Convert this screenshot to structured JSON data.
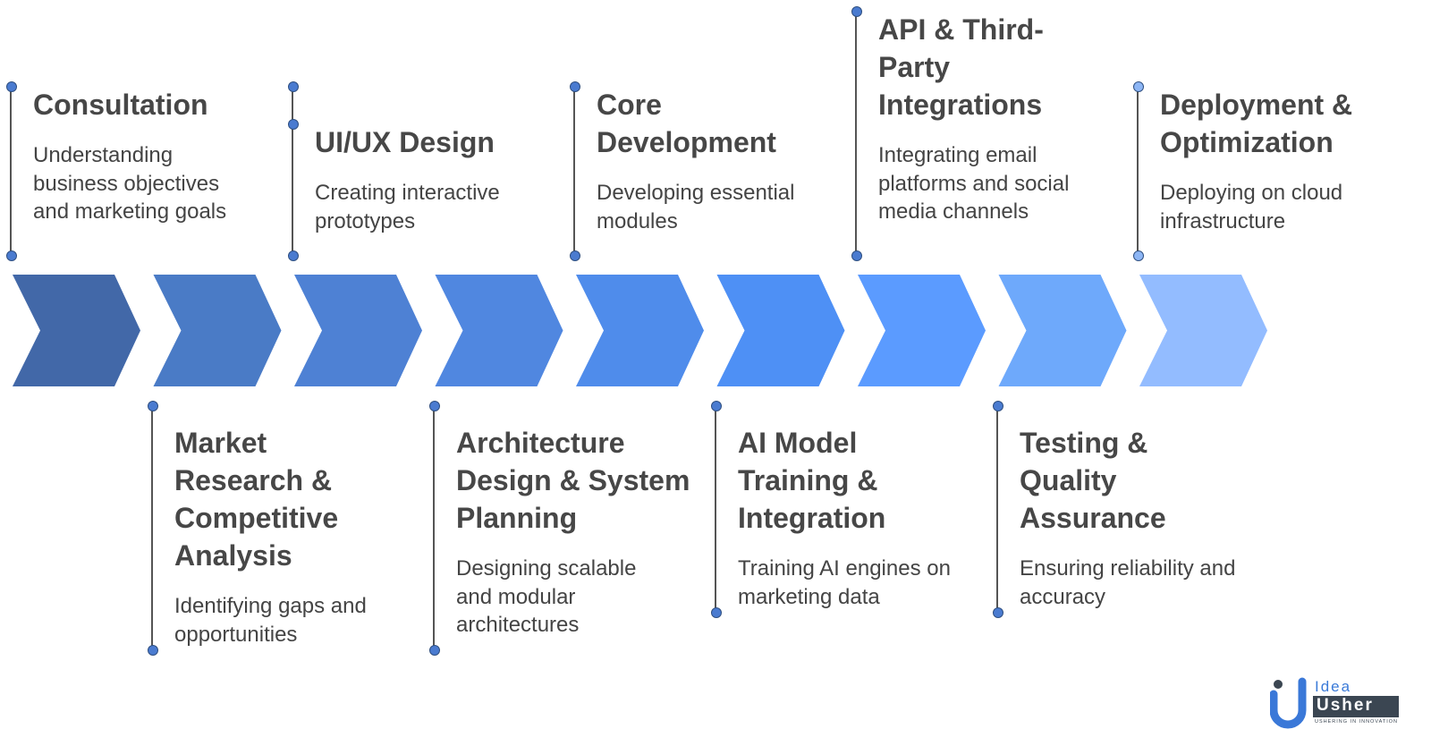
{
  "steps": [
    {
      "title": "Consultation",
      "desc": "Understanding business objectives and marketing goals",
      "position": "top"
    },
    {
      "title": "Market Research & Competitive Analysis",
      "desc": "Identifying gaps and opportunities",
      "position": "bottom"
    },
    {
      "title": "UI/UX Design",
      "desc": "Creating interactive prototypes",
      "position": "top"
    },
    {
      "title": "Architecture Design & System Planning",
      "desc": "Designing scalable and modular architectures",
      "position": "bottom"
    },
    {
      "title": "Core Development",
      "desc": "Developing essential modules",
      "position": "top"
    },
    {
      "title": "AI Model Training & Integration",
      "desc": "Training AI engines on marketing data",
      "position": "bottom"
    },
    {
      "title": "API & Third-Party Integrations",
      "desc": "Integrating email platforms and social media channels",
      "position": "top"
    },
    {
      "title": "Testing & Quality Assurance",
      "desc": "Ensuring reliability and accuracy",
      "position": "bottom"
    },
    {
      "title": "Deployment & Optimization",
      "desc": "Deploying on cloud infrastructure",
      "position": "top"
    }
  ],
  "chevron_colors": [
    "#4268a8",
    "#4a7bc6",
    "#4e81d4",
    "#5087e0",
    "#4f8ceb",
    "#4e90f5",
    "#5b9bff",
    "#6ea9fb",
    "#93bcff"
  ],
  "logo": {
    "line1": "Idea",
    "line2": "Usher",
    "tagline": "USHERING IN INNOVATION"
  }
}
